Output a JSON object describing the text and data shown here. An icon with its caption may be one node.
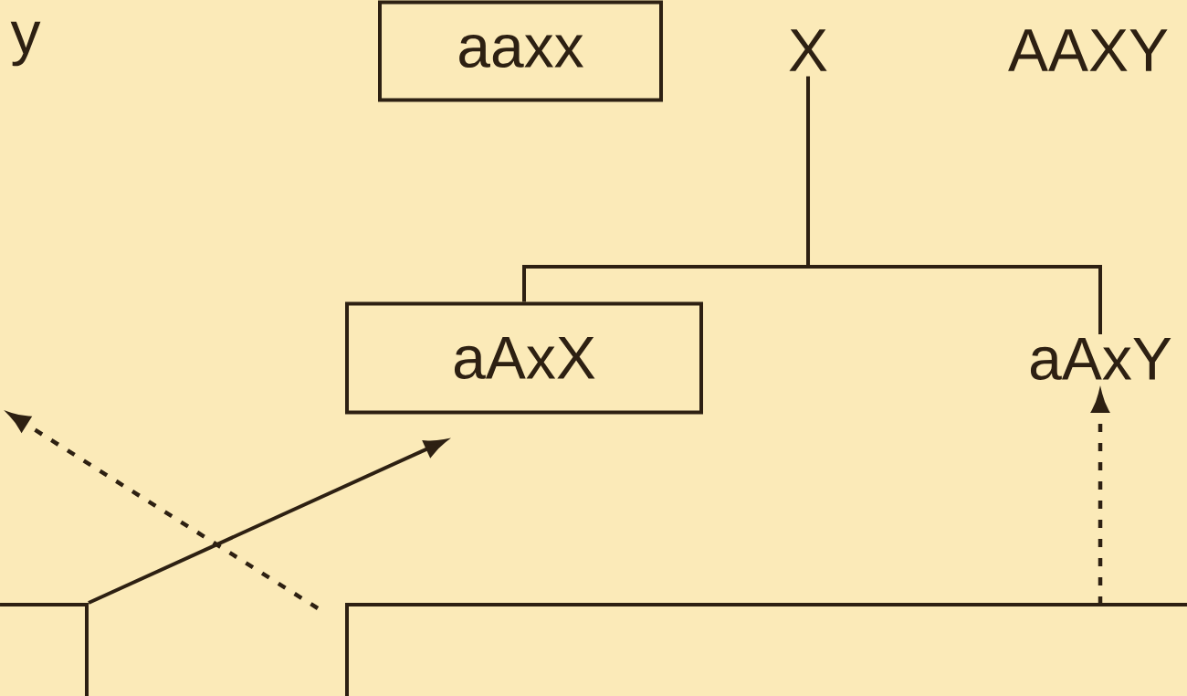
{
  "diagram": {
    "nodes": [
      {
        "text": [
          "aaxx"
        ]
      },
      {
        "text": [
          "X"
        ]
      },
      {
        "text": [
          "AAXY"
        ]
      },
      {
        "text": [
          "aAxX"
        ]
      },
      {
        "text": [
          "aAxY"
        ]
      },
      {
        "text": [],
        "shape": "box"
      },
      {
        "text": [],
        "shape": "box"
      }
    ],
    "edges": [
      {
        "from": 1,
        "to": 3,
        "arrow": "none"
      },
      {
        "from": 1,
        "to": 4,
        "arrow": "none"
      },
      {
        "from": 5,
        "to": 3,
        "arrow": "to"
      },
      {
        "from": 6,
        "to": null,
        "arrow": "to",
        "style": "dashed"
      },
      {
        "from": 6,
        "to": 4,
        "arrow": "to",
        "style": "dashed"
      }
    ],
    "labels": [
      "y"
    ]
  }
}
